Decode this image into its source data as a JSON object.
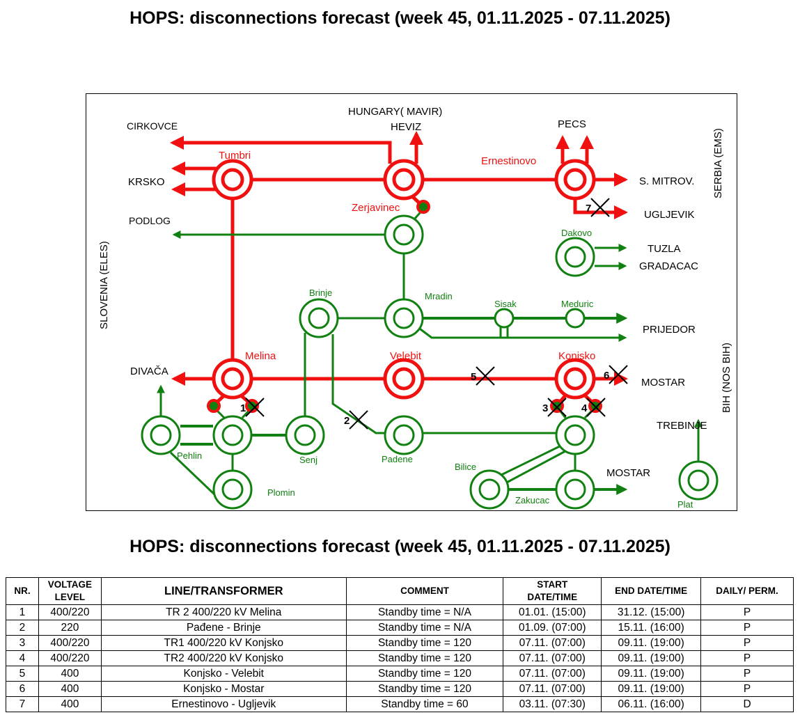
{
  "title": "HOPS: disconnections forecast (week 45, 01.11.2025 - 07.11.2025)",
  "colors": {
    "red": "#f01010",
    "green": "#108010"
  },
  "diagram": {
    "region_hungary": "HUNGARY( MAVIR)",
    "region_slovenia": "SLOVENIA (ELES)",
    "region_serbia": "SERBIA (EMS)",
    "region_bih": "BIH (NOS BIH)",
    "ext": {
      "cirkovce": "CIRKOVCE",
      "krsko": "KRSKO",
      "podlog": "PODLOG",
      "heviz": "HEVIZ",
      "pecs": "PECS",
      "s_mitrov": "S. MITROV.",
      "ugljevik": "UGLJEVIK",
      "tuzla": "TUZLA",
      "gradacac": "GRADACAC",
      "prijedor": "PRIJEDOR",
      "mostar1": "MOSTAR",
      "mostar2": "MOSTAR",
      "trebinje": "TREBINJE",
      "divaca": "DIVAČA"
    },
    "nodes": {
      "tumbri": "Tumbri",
      "ernestinovo": "Ernestinovo",
      "zerjavinec": "Zerjavinec",
      "dakovo": "Dakovo",
      "brinje": "Brinje",
      "mradin": "Mradin",
      "sisak": "Sisak",
      "meduric": "Meduric",
      "melina": "Melina",
      "velebit": "Velebit",
      "konjsko": "Konjsko",
      "pehlin": "Pehlin",
      "senj": "Senj",
      "padene": "Padene",
      "bilice": "Bilice",
      "plomin": "Plomin",
      "zakucac": "Zakucac",
      "plat": "Plat"
    },
    "marks": [
      "1",
      "2",
      "3",
      "4",
      "5",
      "6",
      "7"
    ]
  },
  "table": {
    "headers": {
      "nr": "NR.",
      "voltage1": "VOLTAGE",
      "voltage2": "LEVEL",
      "line": "LINE/TRANSFORMER",
      "comment": "COMMENT",
      "start1": "START",
      "start2": "DATE/TIME",
      "end": "END DATE/TIME",
      "daily": "DAILY/ PERM."
    },
    "rows": [
      [
        "1",
        "400/220",
        "TR 2 400/220 kV Melina",
        "Standby time = N/A",
        "01.01. (15:00)",
        "31.12. (15:00)",
        "P"
      ],
      [
        "2",
        "220",
        "Pađene - Brinje",
        "Standby time = N/A",
        "01.09. (07:00)",
        "15.11. (16:00)",
        "P"
      ],
      [
        "3",
        "400/220",
        "TR1 400/220 kV Konjsko",
        "Standby time = 120",
        "07.11. (07:00)",
        "09.11. (19:00)",
        "P"
      ],
      [
        "4",
        "400/220",
        "TR2 400/220 kV Konjsko",
        "Standby time = 120",
        "07.11. (07:00)",
        "09.11. (19:00)",
        "P"
      ],
      [
        "5",
        "400",
        "Konjsko - Velebit",
        "Standby time = 120",
        "07.11. (07:00)",
        "09.11. (19:00)",
        "P"
      ],
      [
        "6",
        "400",
        "Konjsko - Mostar",
        "Standby time = 120",
        "07.11. (07:00)",
        "09.11. (19:00)",
        "P"
      ],
      [
        "7",
        "400",
        "Ernestinovo - Ugljevik",
        "Standby time = 60",
        "03.11. (07:30)",
        "06.11. (16:00)",
        "D"
      ]
    ]
  }
}
